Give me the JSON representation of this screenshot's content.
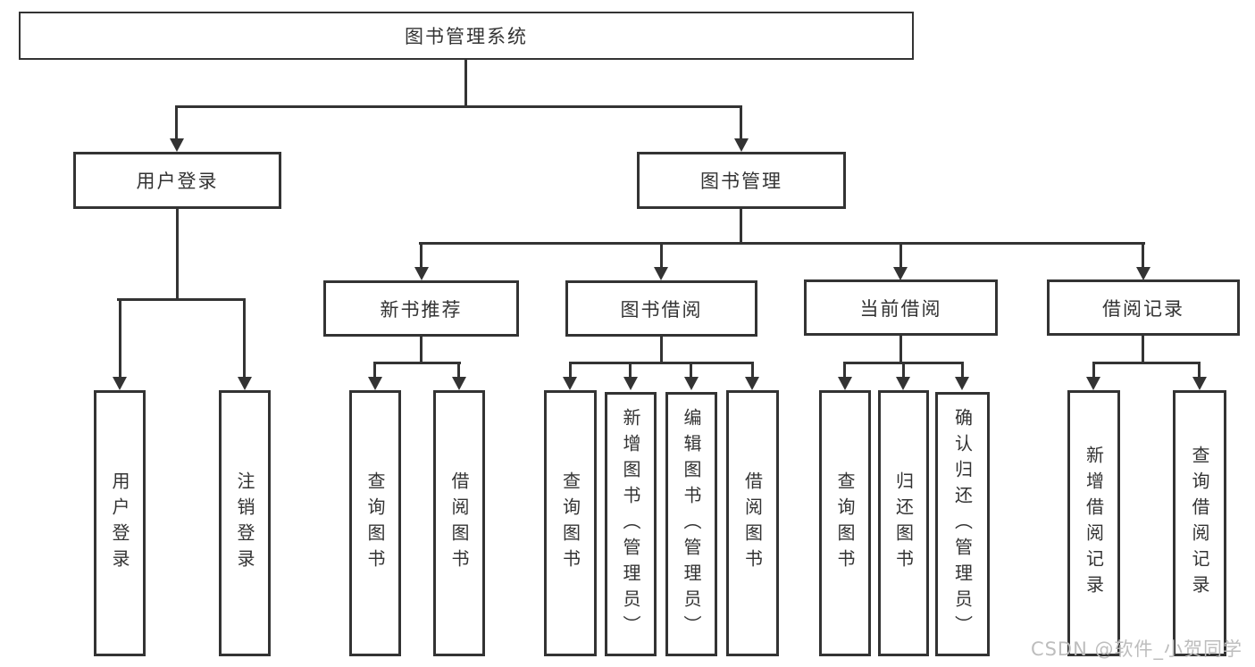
{
  "colors": {
    "line": "#333333",
    "text": "#333333",
    "watermark": "#bdbdbd",
    "background": "#ffffff"
  },
  "tree": {
    "root": {
      "label": "图书管理系统",
      "children": [
        {
          "label": "用户登录",
          "children": [
            {
              "label": "用户登录"
            },
            {
              "label": "注销登录"
            }
          ]
        },
        {
          "label": "图书管理",
          "children": [
            {
              "label": "新书推荐",
              "children": [
                {
                  "label": "查询图书"
                },
                {
                  "label": "借阅图书"
                }
              ]
            },
            {
              "label": "图书借阅",
              "children": [
                {
                  "label": "查询图书"
                },
                {
                  "label": "新增图书（管理员）"
                },
                {
                  "label": "编辑图书（管理员）"
                },
                {
                  "label": "借阅图书"
                }
              ]
            },
            {
              "label": "当前借阅",
              "children": [
                {
                  "label": "查询图书"
                },
                {
                  "label": "归还图书"
                },
                {
                  "label": "确认归还（管理员）"
                }
              ]
            },
            {
              "label": "借阅记录",
              "children": [
                {
                  "label": "新增借阅记录"
                },
                {
                  "label": "查询借阅记录"
                }
              ]
            }
          ]
        }
      ]
    }
  },
  "watermark": {
    "text": "CSDN @软件_小贺同学"
  }
}
